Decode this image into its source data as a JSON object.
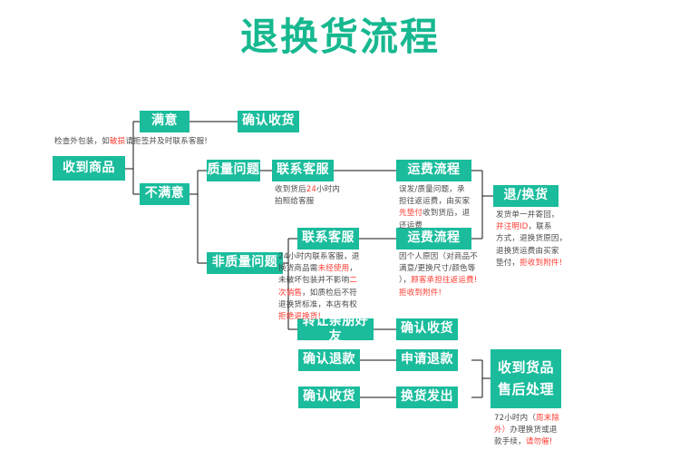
{
  "title": "退换货流程",
  "theme": {
    "accent": "#1abc9c",
    "title_color": "#17b890",
    "highlight_color": "#ff3b30",
    "note_color": "#4a4a4a",
    "background": "#ffffff",
    "connector_color": "#111111"
  },
  "nodes": {
    "receive_goods": "收到商品",
    "satisfied": "满意",
    "confirm_receipt_top": "确认收货",
    "unsatisfied": "不满意",
    "quality_issue": "质量问题",
    "contact_service_1": "联系客服",
    "shipping_flow_1": "运费流程",
    "return_exchange": "退/换货",
    "non_quality_issue": "非质量问题",
    "contact_service_2": "联系客服",
    "shipping_flow_2": "运费流程",
    "transfer_to_friend": "转让亲朋好友",
    "confirm_receipt_mid": "确认收货",
    "confirm_refund": "确认退款",
    "apply_refund": "申请退款",
    "confirm_receipt_bottom": "确认收货",
    "exchange_shipped": "换货发出",
    "after_sale": "收到货品\n售后处理"
  },
  "notes": {
    "packaging_check": [
      {
        "t": "检查外包装，如",
        "hl": false
      },
      {
        "t": "破损",
        "hl": true
      },
      {
        "t": "请拒签并及时联系客服!",
        "hl": false
      }
    ],
    "contact_service_1_note": [
      {
        "t": "收到货后",
        "hl": false
      },
      {
        "t": "24",
        "hl": true
      },
      {
        "t": "小时内\n拍照给客服",
        "hl": false
      }
    ],
    "shipping_flow_1_note": [
      {
        "t": "误发/质量问题，承\n担往返运费，由买家\n",
        "hl": false
      },
      {
        "t": "先垫付",
        "hl": true
      },
      {
        "t": "收到货后，退\n还运费",
        "hl": false
      }
    ],
    "contact_service_2_note": [
      {
        "t": "24小时内联系客服，退\n换货商品需",
        "hl": false
      },
      {
        "t": "未经使用",
        "hl": true
      },
      {
        "t": "，\n未破坏包装并不影响",
        "hl": false
      },
      {
        "t": "二\n次销售",
        "hl": true
      },
      {
        "t": "，如质检后不符\n退换货标准，本店有权\n",
        "hl": false
      },
      {
        "t": "拒绝退换货!",
        "hl": true
      }
    ],
    "shipping_flow_2_note": [
      {
        "t": "因个人原因（对商品不\n满意/更换尺寸/颜色等\n），",
        "hl": false
      },
      {
        "t": "顾客承担往返运费!\n拒收到附件!",
        "hl": true
      }
    ],
    "return_exchange_note": [
      {
        "t": "发货单一并寄回，\n",
        "hl": false
      },
      {
        "t": "并注明ID",
        "hl": true
      },
      {
        "t": "，联系\n方式，退换货原因，\n退换货运费由买家\n垫付，",
        "hl": false
      },
      {
        "t": "拒收到附件!",
        "hl": true
      }
    ],
    "after_sale_note": [
      {
        "t": "72小时内（",
        "hl": false
      },
      {
        "t": "周末除\n外）",
        "hl": true
      },
      {
        "t": "办理换货或退\n款手续，",
        "hl": false
      },
      {
        "t": "请勿催!",
        "hl": true
      }
    ]
  }
}
